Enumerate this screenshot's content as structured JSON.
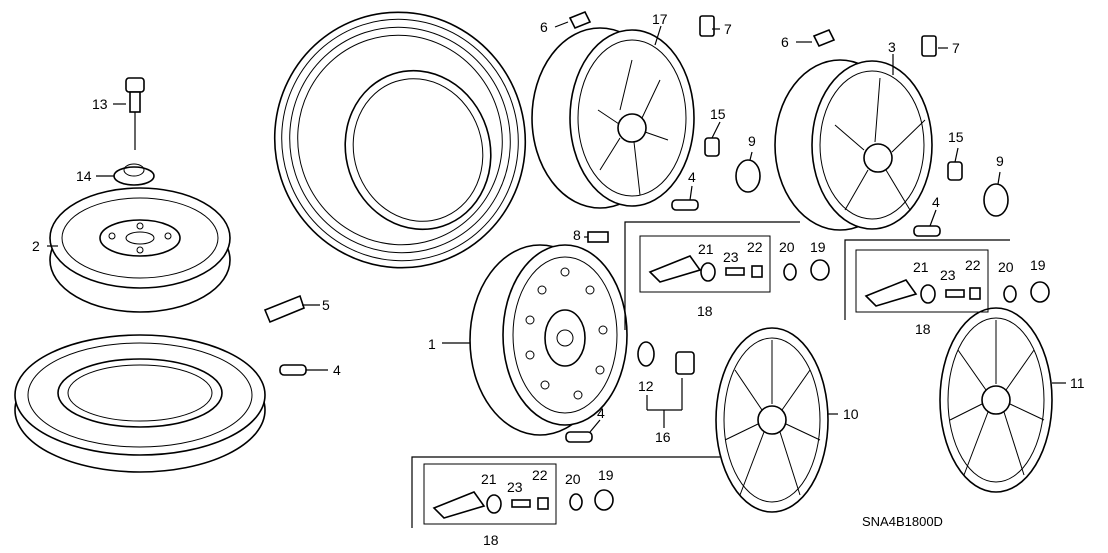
{
  "diagram": {
    "code": "SNA4B1800D",
    "callouts": {
      "c1": "1",
      "c2": "2",
      "c3": "3",
      "c4a": "4",
      "c4b": "4",
      "c4c": "4",
      "c4d": "4",
      "c5": "5",
      "c6a": "6",
      "c6b": "6",
      "c7a": "7",
      "c7b": "7",
      "c8": "8",
      "c9a": "9",
      "c9b": "9",
      "c10": "10",
      "c11": "11",
      "c12": "12",
      "c13": "13",
      "c14": "14",
      "c15a": "15",
      "c15b": "15",
      "c16": "16",
      "c17": "17",
      "c18a": "18",
      "c18b": "18",
      "c18c": "18",
      "c19a": "19",
      "c19b": "19",
      "c19c": "19",
      "c20a": "20",
      "c20b": "20",
      "c20c": "20",
      "c21a": "21",
      "c21b": "21",
      "c21c": "21",
      "c22a": "22",
      "c22b": "22",
      "c22c": "22",
      "c23a": "23",
      "c23b": "23",
      "c23c": "23"
    }
  }
}
